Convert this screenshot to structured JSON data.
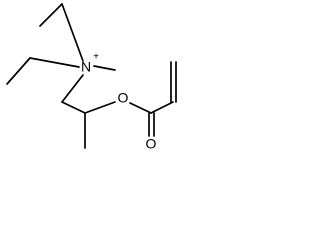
{
  "structure": {
    "atoms": {
      "nitrogen": "N",
      "nitrogen_charge": "+",
      "ether_oxygen": "O",
      "carbonyl_oxygen": "O"
    },
    "colors": {
      "bond": "#000000",
      "label": "#000000",
      "background": "#ffffff"
    }
  }
}
